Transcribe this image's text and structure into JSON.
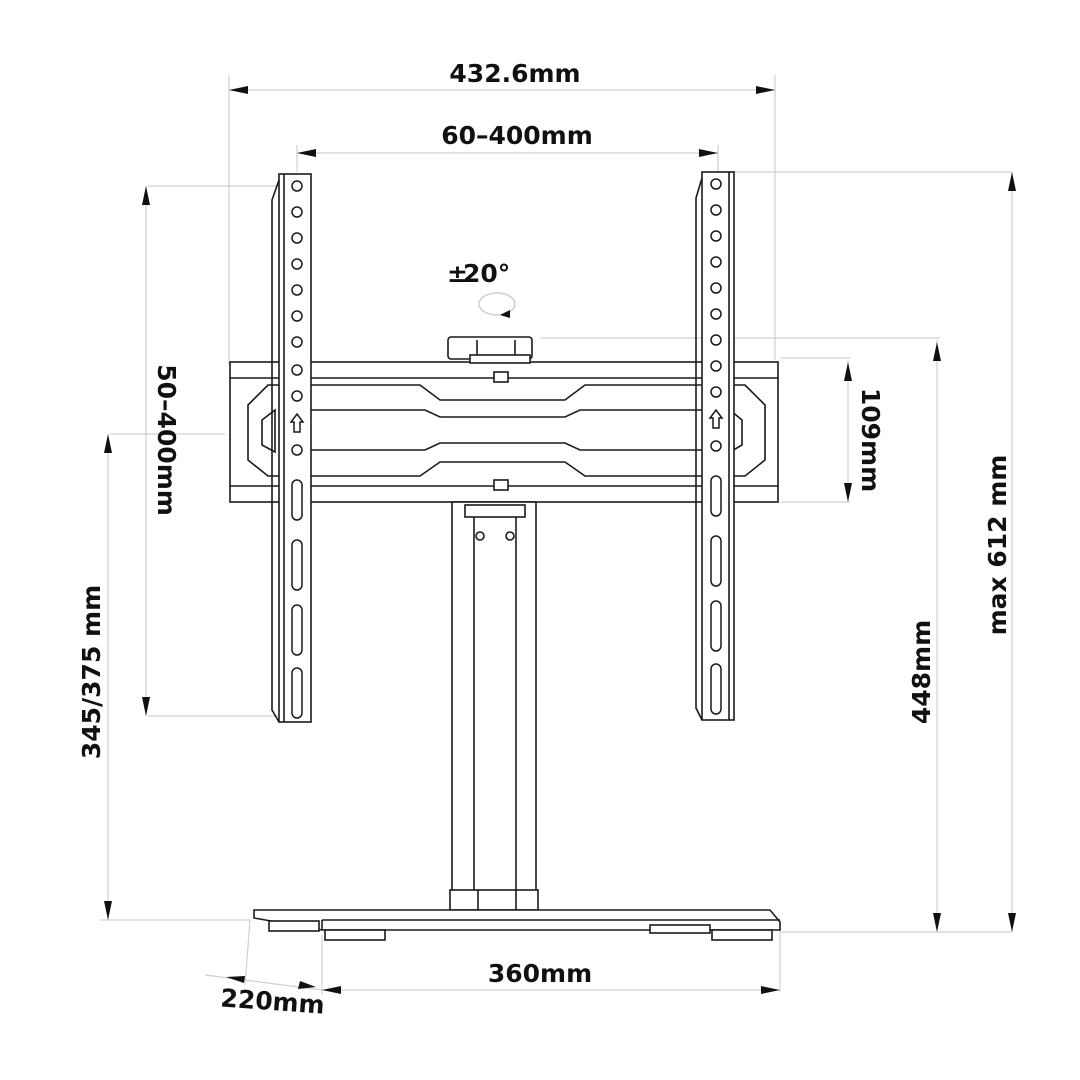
{
  "diagram": {
    "title": "TV stand dimension drawing",
    "dimensions": {
      "total_width": "432.6mm",
      "vesa_horizontal": "60–400mm",
      "vesa_vertical": "50–400mm",
      "tilt": "20°",
      "tilt_sign": "±",
      "bracket_height": "109mm",
      "max_height": "max 612 mm",
      "min_height": "448mm",
      "screen_center_height": "345/375 mm",
      "base_width": "360mm",
      "base_depth": "220mm"
    },
    "colors": {
      "line": "#1a1a1a",
      "extension_line": "#d0d0d0",
      "background": "#ffffff"
    }
  }
}
